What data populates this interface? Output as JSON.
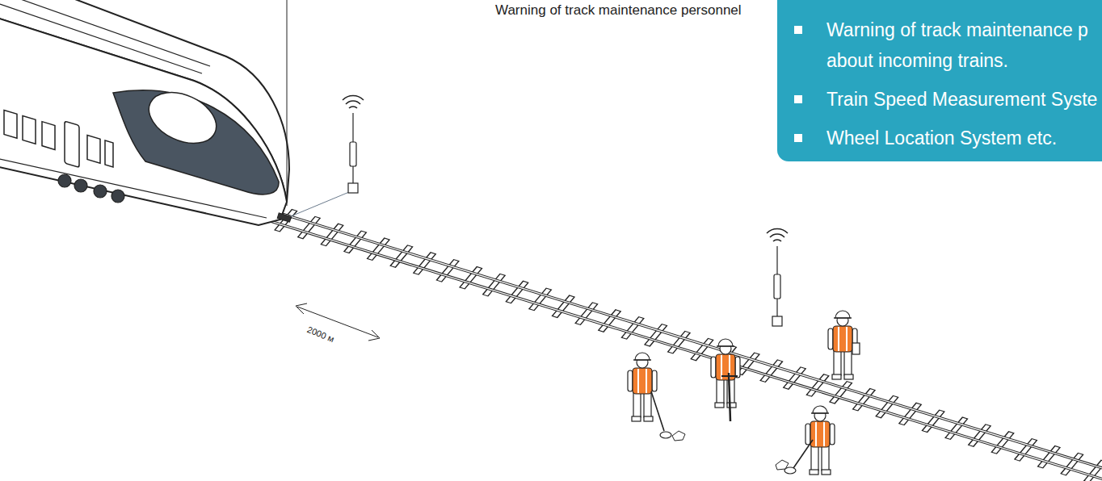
{
  "diagram": {
    "nodes": [
      {
        "text": [
          "Warning of track maintenance p about incoming trains.",
          "Train Speed Measurement Syste",
          "Wheel Location System etc."
        ]
      }
    ],
    "labels": [
      "Warning of track maintenance personnel",
      "2000 м"
    ]
  }
}
